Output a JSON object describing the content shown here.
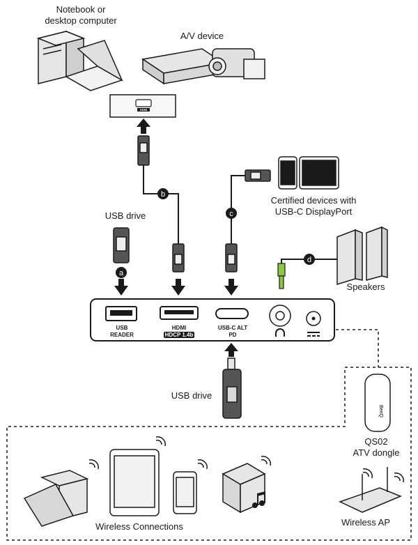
{
  "devices": {
    "computer": "Notebook or\ndesktop computer",
    "av": "A/V device",
    "usb_drive_top": "USB drive",
    "certified": "Certified devices with\nUSB-C DisplayPort",
    "speakers": "Speakers",
    "usb_drive_bottom": "USB drive",
    "dongle": "QS02\nATV dongle",
    "wireless_connections": "Wireless Connections",
    "wireless_ap": "Wireless AP"
  },
  "ports": {
    "usb": "USB\nREADER",
    "hdmi": "HDMI",
    "hdcp": "HDCP 1.4b",
    "usbc": "USB-C ALT\nPD"
  },
  "hdmi_port_small": "HDMI",
  "dongle_brand": "BenQ",
  "markers": {
    "a": "a",
    "b": "b",
    "c": "c",
    "d": "d"
  },
  "colors": {
    "line": "#1a1a1a",
    "device_fill": "#e6e6e6",
    "audio_plug": "#8dc63f"
  }
}
